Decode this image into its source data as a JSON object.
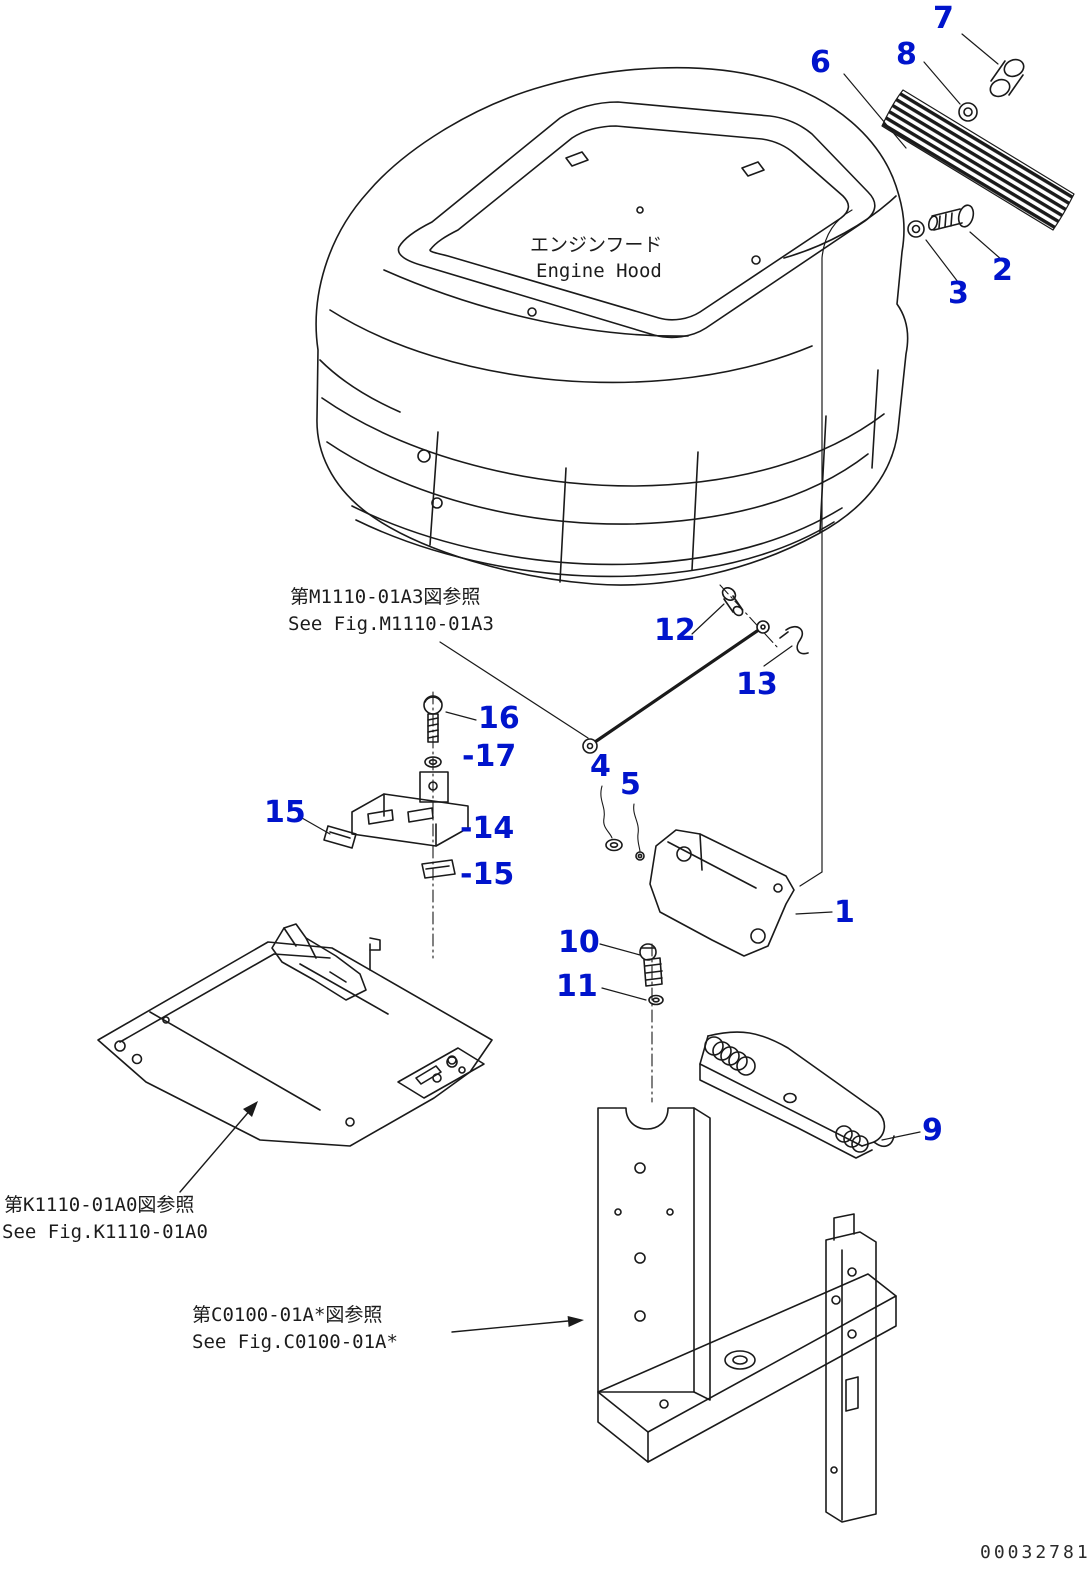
{
  "diagram": {
    "title_jp": "エンジンフード",
    "title_en": "Engine Hood",
    "references": [
      {
        "jp": "第M1110-01A3図参照",
        "en": "See Fig.M1110-01A3"
      },
      {
        "jp": "第K1110-01A0図参照",
        "en": "See Fig.K1110-01A0"
      },
      {
        "jp": "第C0100-01A*図参照",
        "en": "See Fig.C0100-01A*"
      }
    ],
    "callouts": [
      {
        "text": "7"
      },
      {
        "text": "8"
      },
      {
        "text": "6"
      },
      {
        "text": "2"
      },
      {
        "text": "3"
      },
      {
        "text": "12"
      },
      {
        "text": "13"
      },
      {
        "text": "16"
      },
      {
        "text": "-17"
      },
      {
        "text": "15"
      },
      {
        "text": "-14"
      },
      {
        "text": "-15"
      },
      {
        "text": "4"
      },
      {
        "text": "5"
      },
      {
        "text": "1"
      },
      {
        "text": "10"
      },
      {
        "text": "11"
      },
      {
        "text": "9"
      }
    ],
    "doc_number": "00032781",
    "colors": {
      "callout": "#0014cc",
      "line": "#1a1a1a",
      "background": "#ffffff"
    }
  }
}
